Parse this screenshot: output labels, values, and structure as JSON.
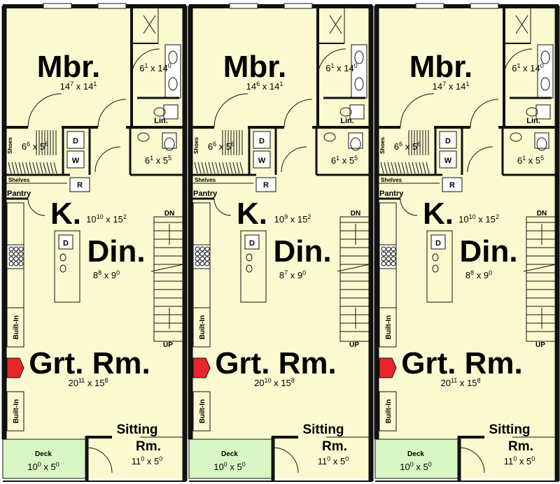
{
  "units": [
    {
      "mbr": {
        "name": "Mbr.",
        "w": "14",
        "wi": "7",
        "h": "14",
        "hi": "1"
      },
      "bath": {
        "w": "6",
        "wi": "1",
        "h": "14",
        "hi": "0"
      },
      "linen": "Lin.",
      "wic1": {
        "label": "Shoes",
        "w": "6",
        "wi": "6",
        "h": "5",
        "hi": "6"
      },
      "wic2": {
        "w": "6",
        "wi": "1",
        "h": "5",
        "hi": "5"
      },
      "kitchen": {
        "name": "K.",
        "w": "10",
        "wi": "10",
        "h": "15",
        "hi": "2"
      },
      "dining": {
        "name": "Din.",
        "w": "8",
        "wi": "8",
        "h": "9",
        "hi": "0"
      },
      "great": {
        "name": "Grt. Rm.",
        "w": "20",
        "wi": "11",
        "h": "15",
        "hi": "8"
      },
      "sitting": {
        "line1": "Sitting",
        "line2": "Rm.",
        "w": "11",
        "wi": "0",
        "h": "5",
        "hi": "0"
      },
      "deck": {
        "name": "Deck",
        "w": "10",
        "wi": "0",
        "h": "5",
        "hi": "0"
      },
      "shelves": "Shelves",
      "pantry": "Pantry",
      "fridge": "R",
      "dryer": "D",
      "washer": "W",
      "dishwasher": "D",
      "builtin1": "Built-In",
      "builtin2": "Built-In",
      "up": "UP",
      "dn": "DN"
    },
    {
      "mbr": {
        "name": "Mbr.",
        "w": "14",
        "wi": "6",
        "h": "14",
        "hi": "1"
      },
      "bath": {
        "w": "6",
        "wi": "1",
        "h": "14",
        "hi": "0"
      },
      "linen": "Lin.",
      "wic1": {
        "label": "Shoes",
        "w": "6",
        "wi": "6",
        "h": "5",
        "hi": "6"
      },
      "wic2": {
        "w": "6",
        "wi": "1",
        "h": "5",
        "hi": "5"
      },
      "kitchen": {
        "name": "K.",
        "w": "10",
        "wi": "9",
        "h": "15",
        "hi": "2"
      },
      "dining": {
        "name": "Din.",
        "w": "8",
        "wi": "7",
        "h": "9",
        "hi": "0"
      },
      "great": {
        "name": "Grt. Rm.",
        "w": "20",
        "wi": "10",
        "h": "15",
        "hi": "8"
      },
      "sitting": {
        "line1": "Sitting",
        "line2": "Rm.",
        "w": "11",
        "wi": "0",
        "h": "5",
        "hi": "0"
      },
      "deck": {
        "name": "Deck",
        "w": "10",
        "wi": "0",
        "h": "5",
        "hi": "0"
      },
      "shelves": "Shelves",
      "pantry": "Pantry",
      "fridge": "R",
      "dryer": "D",
      "washer": "W",
      "dishwasher": "D",
      "builtin1": "Built-In",
      "builtin2": "Built-In",
      "up": "UP",
      "dn": "DN"
    },
    {
      "mbr": {
        "name": "Mbr.",
        "w": "14",
        "wi": "7",
        "h": "14",
        "hi": "1"
      },
      "bath": {
        "w": "6",
        "wi": "1",
        "h": "14",
        "hi": "0"
      },
      "linen": "Lin.",
      "wic1": {
        "label": "Shoes",
        "w": "6",
        "wi": "6",
        "h": "5",
        "hi": "6"
      },
      "wic2": {
        "w": "6",
        "wi": "1",
        "h": "5",
        "hi": "5"
      },
      "kitchen": {
        "name": "K.",
        "w": "10",
        "wi": "10",
        "h": "15",
        "hi": "2"
      },
      "dining": {
        "name": "Din.",
        "w": "8",
        "wi": "8",
        "h": "9",
        "hi": "0"
      },
      "great": {
        "name": "Grt. Rm.",
        "w": "20",
        "wi": "11",
        "h": "15",
        "hi": "8"
      },
      "sitting": {
        "line1": "Sitting",
        "line2": "Rm.",
        "w": "11",
        "wi": "0",
        "h": "5",
        "hi": "0"
      },
      "deck": {
        "name": "Deck",
        "w": "10",
        "wi": "0",
        "h": "5",
        "hi": "0"
      },
      "shelves": "Shelves",
      "pantry": "Pantry",
      "fridge": "R",
      "dryer": "D",
      "washer": "W",
      "dishwasher": "D",
      "builtin1": "Built-In",
      "builtin2": "Built-In",
      "up": "UP",
      "dn": "DN"
    }
  ],
  "colors": {
    "floor": "#fbf9d0",
    "wall": "#111111",
    "deck": "#d8f5c4",
    "fireplace": "#e8262a"
  }
}
